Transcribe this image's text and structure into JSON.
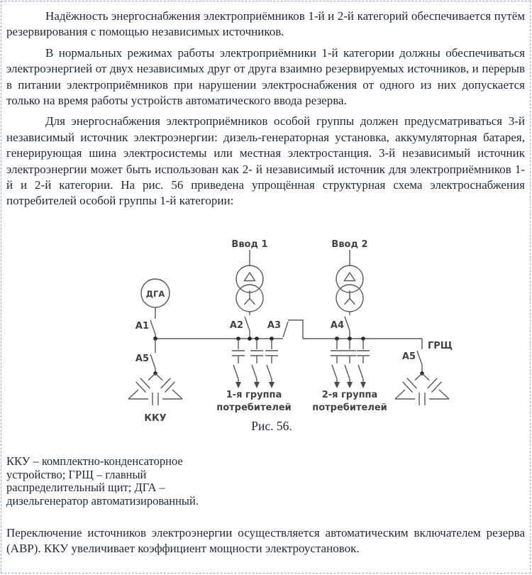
{
  "paragraphs": {
    "p1": "Надёжность энергоснабжения электроприёмников 1-й и 2-й категорий обеспечивается путём резервирования с помощью независимых источников.",
    "p2": "В нормальных режимах работы электроприёмники 1-й категории должны обеспечиваться электроэнергией от двух независимых друг от друга взаимно резервируемых источников, и перерыв в питании электроприёмников при нарушении электроснабжения от одного из них допускается только на время работы устройств автоматического ввода резерва.",
    "p3": "Для энергоснабжения электроприёмников особой группы должен предусматриваться 3-й независимый источник электроэнергии: дизель-генераторная установка, аккумуляторная батарея, генерирующая шина электросистемы или местная электростанция. 3-й независимый источник электроэнергии может быть использован как 2- й независимый источник для электроприёмников 1-й и 2-й категории. На рис. 56 приведена упрощённая структурная схема электроснабжения потребителей особой группы 1-й категории:"
  },
  "figure": {
    "caption": "Рис. 56.",
    "stroke_color": "#585858",
    "labels": {
      "vvod1": "Ввод 1",
      "vvod2": "Ввод 2",
      "dga": "ДГА",
      "a1": "А1",
      "a2": "А2",
      "a3": "А3",
      "a4": "А4",
      "a5_left": "А5",
      "a5_right": "А5",
      "grsch": "ГРЩ",
      "kku": "ККУ",
      "group1_line1": "1-я группа",
      "group1_line2": "потребителей",
      "group2_line1": "2-я группа",
      "group2_line2": "потребителей"
    }
  },
  "note": {
    "lines": [
      "ККУ – комплектно-конденсаторное",
      "устройство; ГРЩ – главный",
      "распределительный щит; ДГА –",
      "дизельгенератор автоматизированный."
    ]
  },
  "footer_paragraph": "Переключение источников электроэнергии осуществляется автоматическим включателем резерва (АВР). ККУ увеличивает коэффициент мощности электроустановок."
}
